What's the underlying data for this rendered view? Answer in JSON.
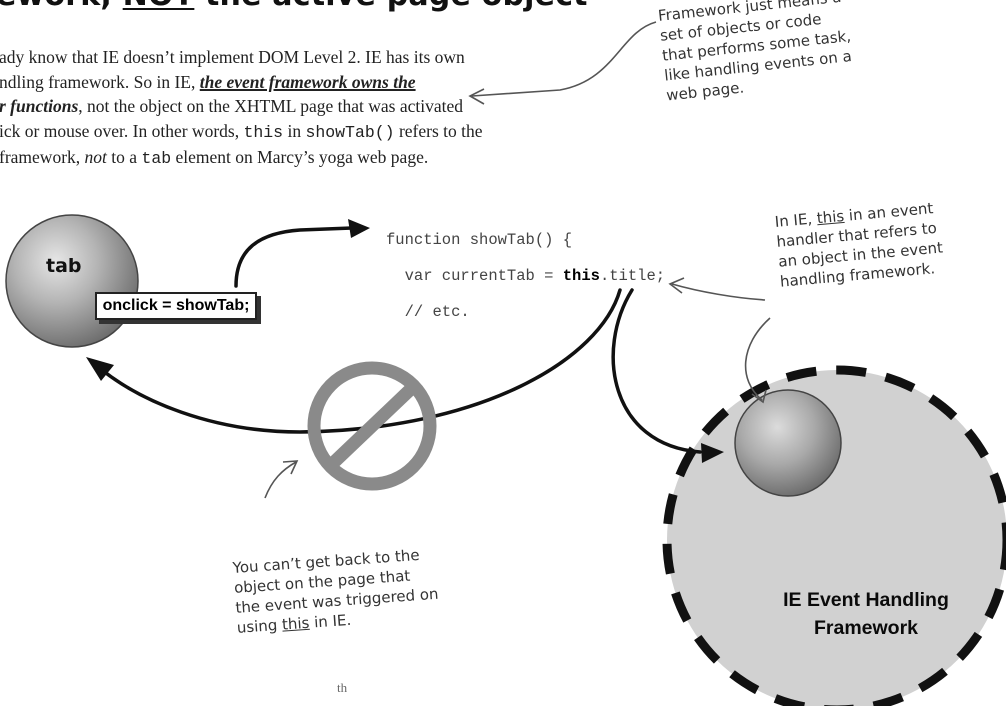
{
  "heading": {
    "before": "ework, ",
    "underlined": "NOT",
    "after": " the active page object"
  },
  "body_text": {
    "line1": "ady know that IE doesn’t implement DOM Level 2. IE has its own",
    "line2_a": "ndling framework. So in IE, ",
    "line2_b": "the event framework owns the",
    "line3_a": "r functions",
    "line3_b": ", not the object on the XHTML page that was activated",
    "line4_a": "ick or mouse over. In other words, ",
    "line4_code1": "this",
    "line4_b": " in ",
    "line4_code2": "showTab()",
    "line4_c": " refers to the",
    "line5_a": " framework, ",
    "line5_em": "not",
    "line5_b": " to a ",
    "line5_code": "tab",
    "line5_c": " element on Marcy’s yoga web page."
  },
  "note_framework": {
    "lines": [
      "Framework just means a",
      "set of objects or code",
      "that performs some task,",
      "like handling events on a",
      "web page."
    ]
  },
  "note_ie_this": {
    "line1_a": "In IE, ",
    "line1_u": "this",
    "line1_b": " in an event",
    "line2": "handler that refers to",
    "line3": "an object in the event",
    "line4": "handling framework."
  },
  "note_cant_get_back": {
    "line1": "You can’t get back to the",
    "line2": "object on the page that",
    "line3": "the event was triggered on",
    "line4_a": "using ",
    "line4_u": "this",
    "line4_b": " in IE."
  },
  "code": {
    "line1": "function showTab() {",
    "line2_a": "  var currentTab = ",
    "line2_kw": "this",
    "line2_b": ".title;",
    "line3": "  // etc."
  },
  "tab_object": {
    "label": "tab",
    "handler": "onclick = showTab;"
  },
  "framework_circle": {
    "line1": "IE Event Handling",
    "line2": "Framework"
  },
  "page_number": "th"
}
